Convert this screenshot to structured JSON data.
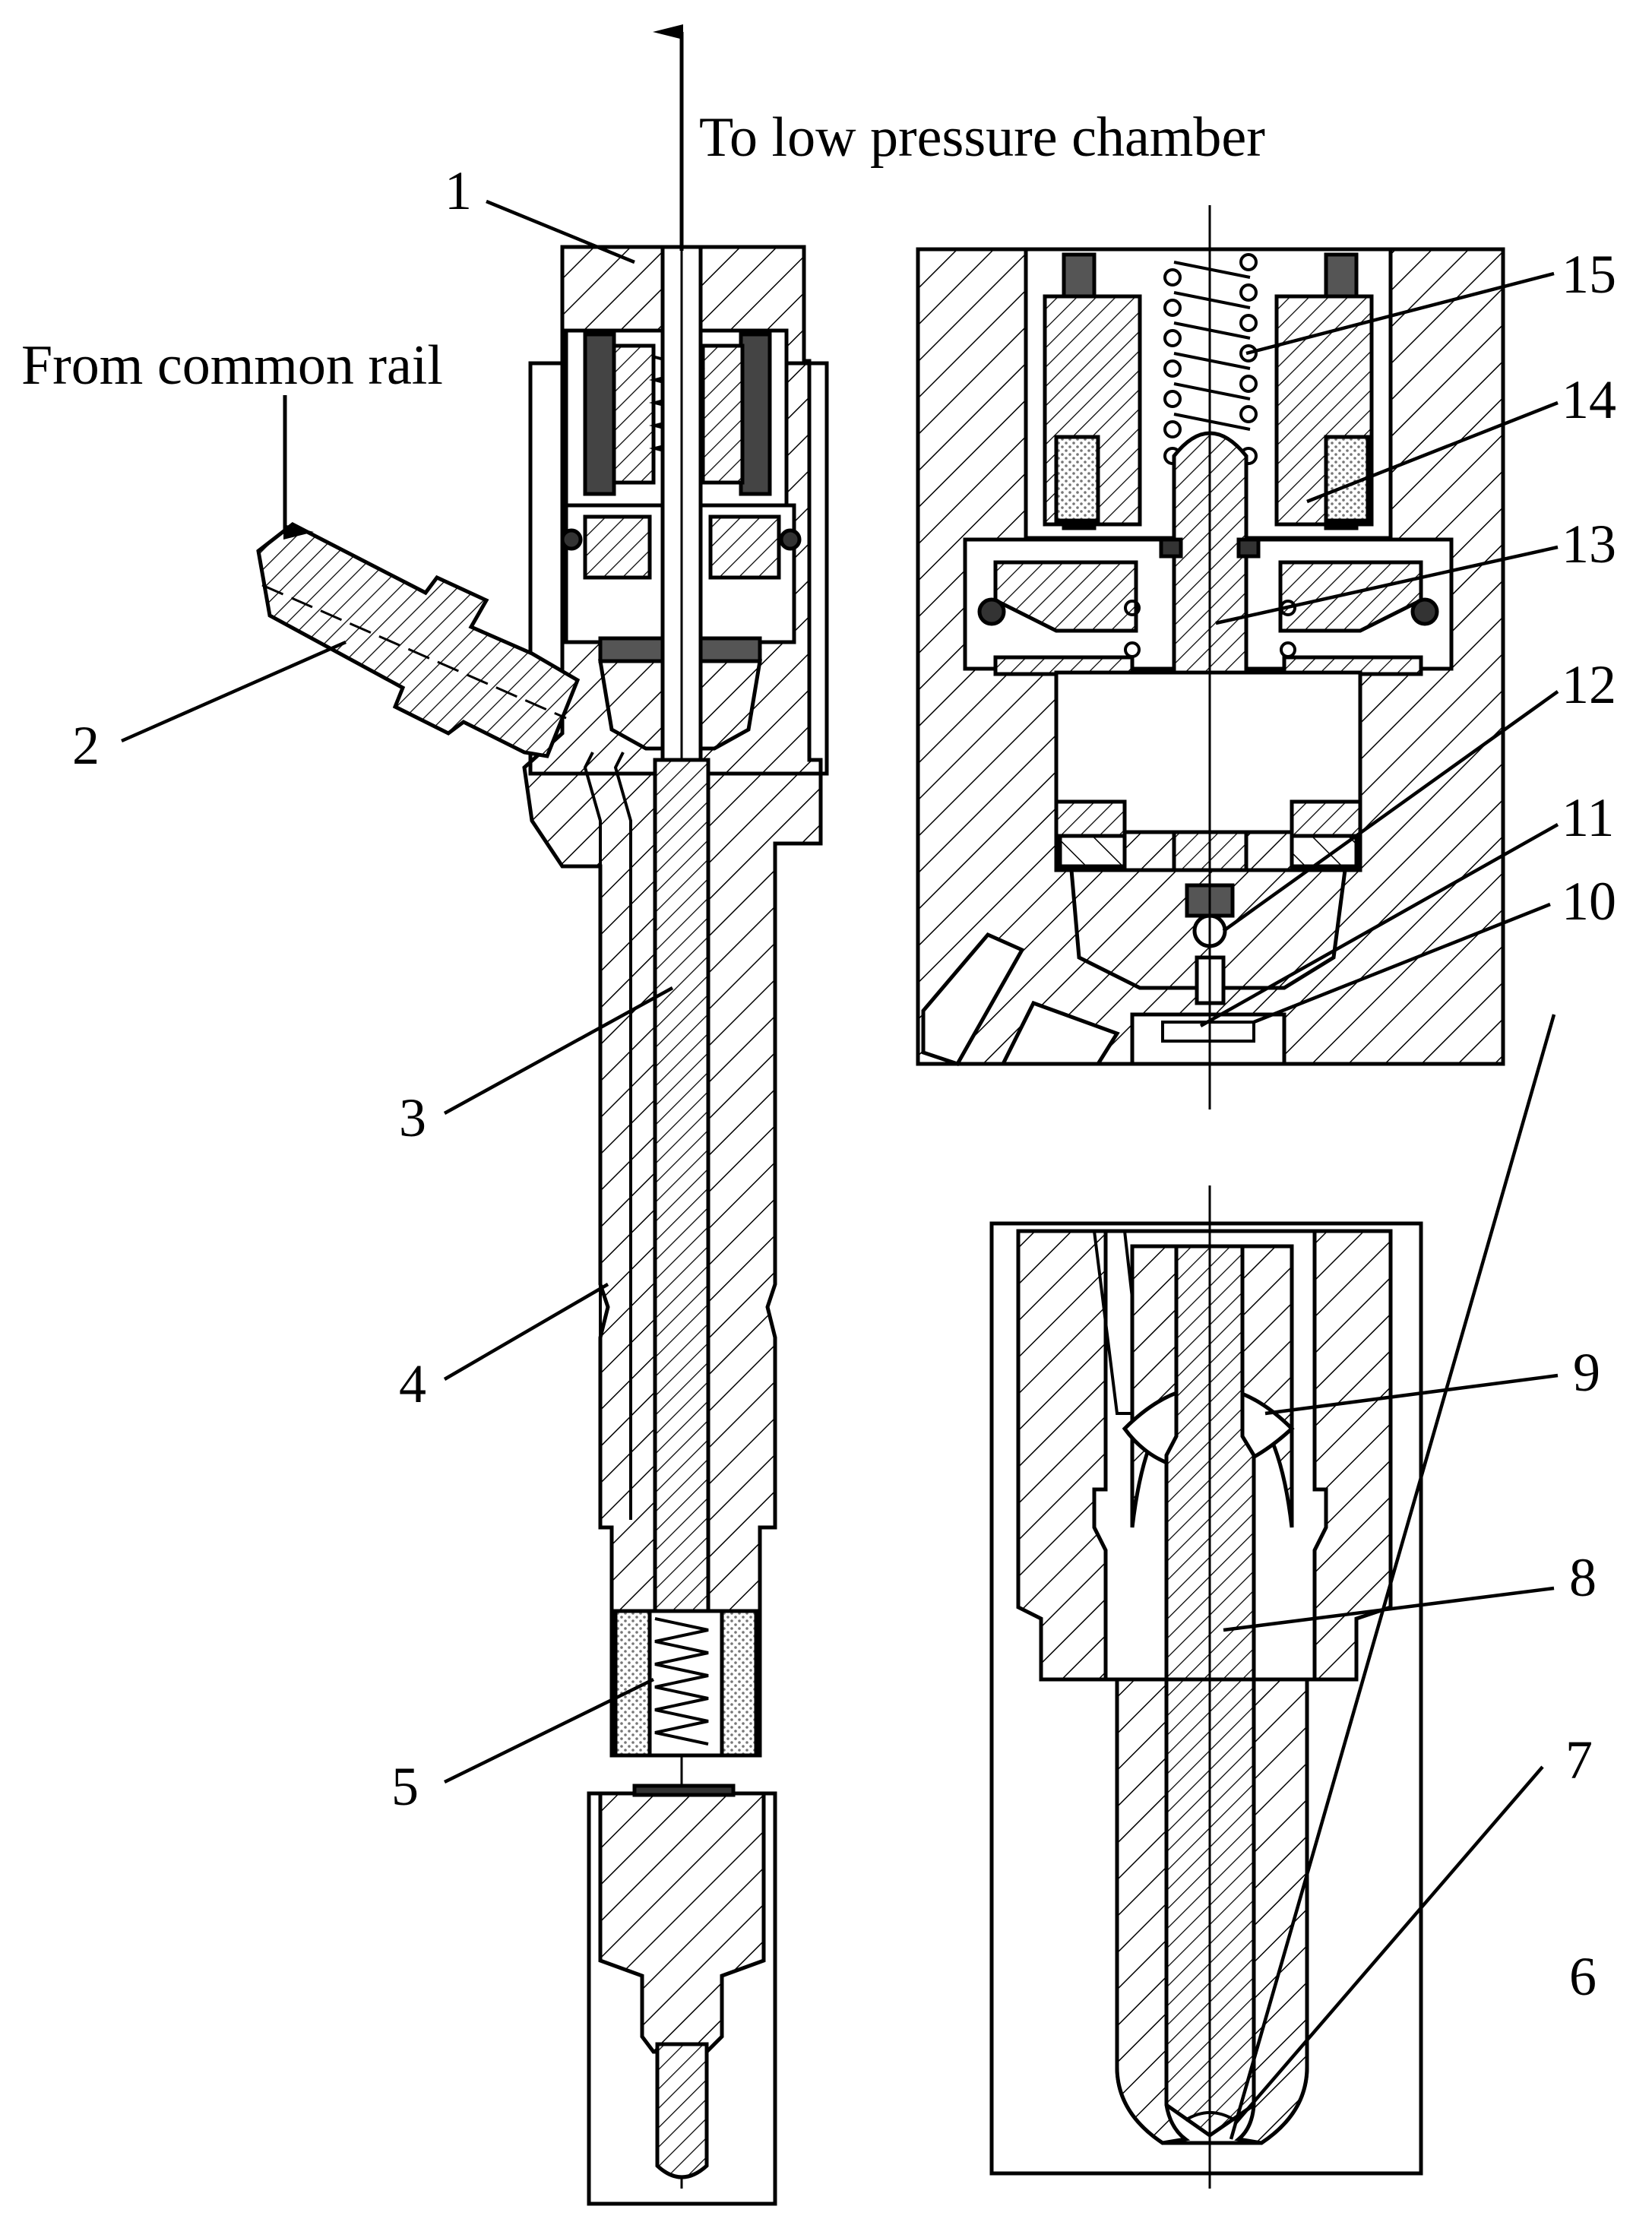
{
  "diagram": {
    "captions": {
      "outlet": "To low pressure chamber",
      "inlet": "From common rail"
    },
    "parts": [
      {
        "id": "1"
      },
      {
        "id": "2"
      },
      {
        "id": "3"
      },
      {
        "id": "4"
      },
      {
        "id": "5"
      },
      {
        "id": "6"
      },
      {
        "id": "7"
      },
      {
        "id": "8"
      },
      {
        "id": "9"
      },
      {
        "id": "10"
      },
      {
        "id": "11"
      },
      {
        "id": "12"
      },
      {
        "id": "13"
      },
      {
        "id": "14"
      },
      {
        "id": "15"
      }
    ],
    "colors": {
      "line": "#000000",
      "background": "#ffffff",
      "dark_part": "#555555",
      "stipple": "#9a9a9a"
    }
  }
}
